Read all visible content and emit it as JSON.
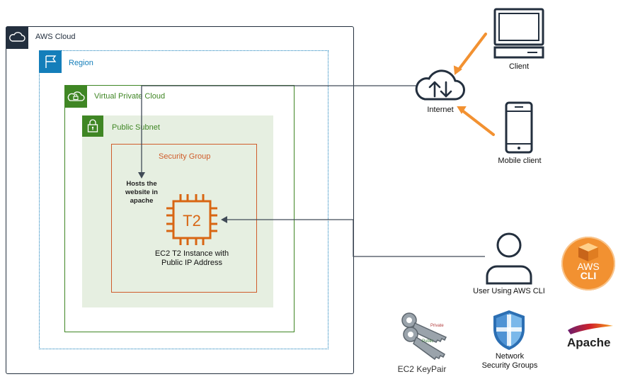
{
  "aws_cloud": {
    "label": "AWS Cloud"
  },
  "region": {
    "label": "Region"
  },
  "vpc": {
    "label": "Virtual Private Cloud"
  },
  "subnet": {
    "label": "Public Subnet"
  },
  "security_group": {
    "label": "Security Group"
  },
  "ec2": {
    "chip_text": "T2",
    "caption_line1": "EC2 T2 Instance with",
    "caption_line2": "Public IP Address"
  },
  "annotation": {
    "line1": "Hosts the",
    "line2": "website in",
    "line3": "apache"
  },
  "internet": {
    "label": "Internet"
  },
  "client": {
    "label": "Client"
  },
  "mobile_client": {
    "label": "Mobile client"
  },
  "cli_user": {
    "label": "User Using AWS CLI"
  },
  "aws_cli_logo": {
    "line1": "AWS",
    "line2": "CLI"
  },
  "keypair": {
    "label": "EC2 KeyPair",
    "tag_private": "Private",
    "tag_public": "Public"
  },
  "network_sg": {
    "line1": "Network",
    "line2": "Security Groups"
  },
  "apache_logo": {
    "text": "Apache"
  },
  "colors": {
    "aws_dark": "#232f3e",
    "region_blue": "#147eba",
    "vpc_green": "#3f8624",
    "subnet_fill": "#e6efe1",
    "sg_red": "#d05c2b",
    "ec2_orange": "#d86613",
    "arrow_orange": "#f29131",
    "line_dark": "#414b57"
  }
}
